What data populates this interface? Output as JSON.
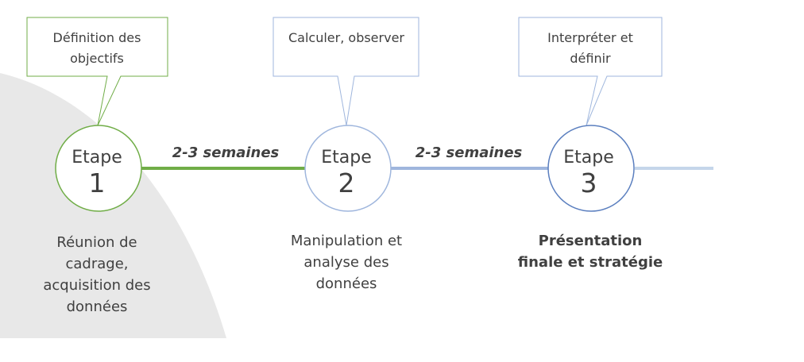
{
  "colors": {
    "background_shape": "#e8e8e8",
    "step1": "#70ad47",
    "step2": "#9fb6dd",
    "step3": "#5b7fbf",
    "line_tail": "#c5d6ea",
    "text": "#404040"
  },
  "steps": [
    {
      "word": "Etape",
      "number": "1",
      "callout": [
        "Définition des",
        "objectifs"
      ],
      "description": [
        "Réunion de",
        "cadrage,",
        "acquisition des",
        "données"
      ],
      "bold": false
    },
    {
      "word": "Etape",
      "number": "2",
      "callout": [
        "Calculer, observer"
      ],
      "description": [
        "Manipulation et",
        "analyse des",
        "données"
      ],
      "bold": false
    },
    {
      "word": "Etape",
      "number": "3",
      "callout": [
        "Interpréter et",
        "définir"
      ],
      "description": [
        "Présentation",
        "finale et stratégie"
      ],
      "bold": true
    }
  ],
  "durations": [
    "2-3 semaines",
    "2-3 semaines"
  ]
}
